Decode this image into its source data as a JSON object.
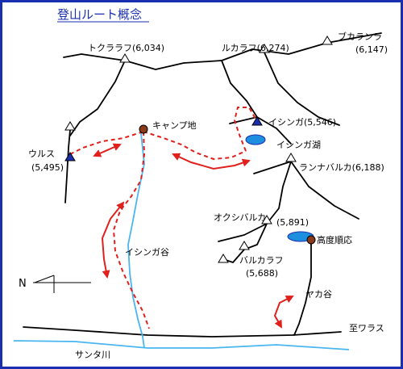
{
  "title": "登山ルート概念",
  "colors": {
    "frame": "#1a2fb0",
    "ridge": "#000000",
    "route": "#e0201c",
    "river": "#49b6f0",
    "lake": "#1e8ede",
    "camp": "#8b3a1a",
    "summit_blue": "#1a2fb0"
  },
  "peaks": {
    "tokurarafu": {
      "name": "トクララフ",
      "elev": "(6,034)"
    },
    "rukarafu": {
      "name": "ルカラフ",
      "elev": "(6,274)"
    },
    "bukaranra": {
      "name": "ブカランラ",
      "elev": "(6,147)"
    },
    "urusu": {
      "name": "ウルス",
      "elev": "(5,495)"
    },
    "ishinga": {
      "name": "イシンガ",
      "elev": "(5,546)"
    },
    "rannabaruka": {
      "name": "ランナバルカ",
      "elev": "(6,188)"
    },
    "okushibaruka": {
      "name": "オクシバルカ",
      "elev": "(5,891)"
    },
    "barukarafu": {
      "name": "バルカラフ",
      "elev": "(5,688)"
    }
  },
  "places": {
    "camp": "キャンプ地",
    "ishinga_lake": "イシンガ湖",
    "acclimatization": "高度順応",
    "ishinga_valley": "イシンガ谷",
    "yaka_valley": "ヤカ谷",
    "santa_river": "サンタ川",
    "to_warasu": "至ワラス"
  },
  "compass": {
    "north_label": "N"
  }
}
